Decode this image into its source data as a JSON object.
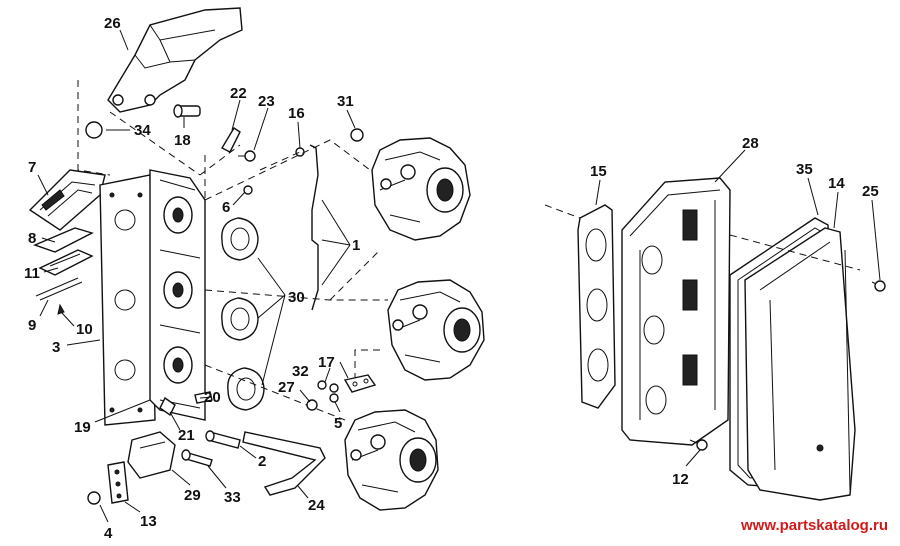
{
  "callouts": [
    {
      "id": "c26",
      "text": "26"
    },
    {
      "id": "c34",
      "text": "34"
    },
    {
      "id": "c18",
      "text": "18"
    },
    {
      "id": "c22",
      "text": "22"
    },
    {
      "id": "c23",
      "text": "23"
    },
    {
      "id": "c16",
      "text": "16"
    },
    {
      "id": "c31",
      "text": "31"
    },
    {
      "id": "c7",
      "text": "7"
    },
    {
      "id": "c6",
      "text": "6"
    },
    {
      "id": "c8",
      "text": "8"
    },
    {
      "id": "c11",
      "text": "11"
    },
    {
      "id": "c9",
      "text": "9"
    },
    {
      "id": "c10",
      "text": "10"
    },
    {
      "id": "c3",
      "text": "3"
    },
    {
      "id": "c1",
      "text": "1"
    },
    {
      "id": "c30",
      "text": "30"
    },
    {
      "id": "c32",
      "text": "32"
    },
    {
      "id": "c17",
      "text": "17"
    },
    {
      "id": "c27",
      "text": "27"
    },
    {
      "id": "c5",
      "text": "5"
    },
    {
      "id": "c20",
      "text": "20"
    },
    {
      "id": "c19",
      "text": "19"
    },
    {
      "id": "c21",
      "text": "21"
    },
    {
      "id": "c2",
      "text": "2"
    },
    {
      "id": "c29",
      "text": "29"
    },
    {
      "id": "c33",
      "text": "33"
    },
    {
      "id": "c24",
      "text": "24"
    },
    {
      "id": "c4",
      "text": "4"
    },
    {
      "id": "c13",
      "text": "13"
    },
    {
      "id": "c15",
      "text": "15"
    },
    {
      "id": "c28",
      "text": "28"
    },
    {
      "id": "c35",
      "text": "35"
    },
    {
      "id": "c14",
      "text": "14"
    },
    {
      "id": "c25",
      "text": "25"
    },
    {
      "id": "c12",
      "text": "12"
    }
  ],
  "watermark": "www.partskatalog.ru"
}
